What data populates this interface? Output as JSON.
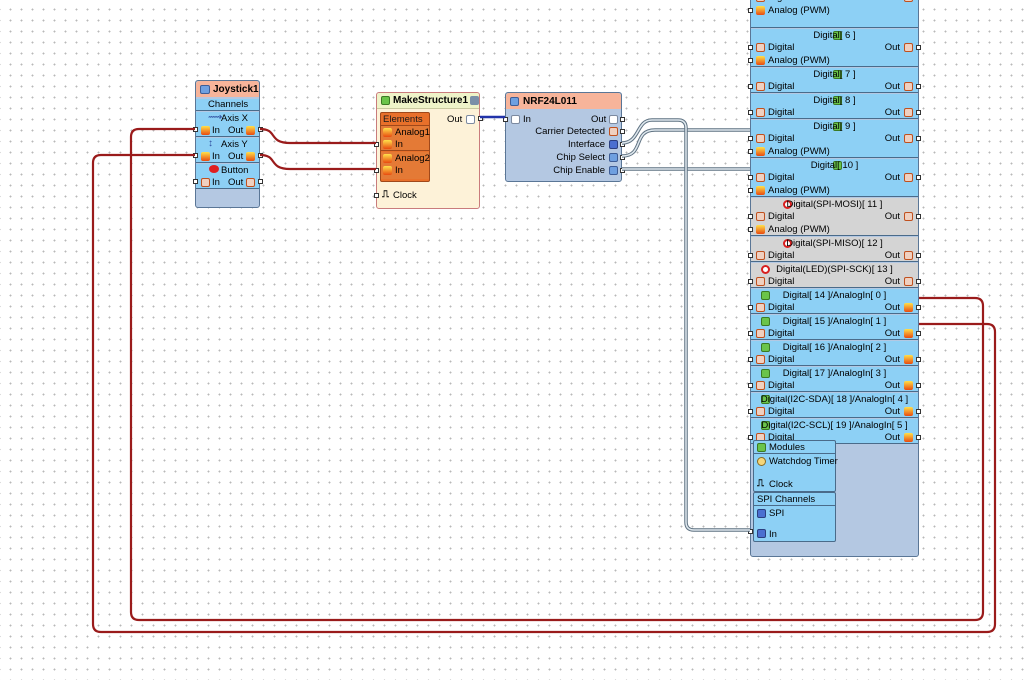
{
  "colors": {
    "wire_analog": "#9a1b1b",
    "wire_digital": "#7c8d9e",
    "wire_struct": "#2233aa",
    "joystick_title": "#f7b49a",
    "joystick_body": "#b4c8e2",
    "joystick_row": "#8dd0f5",
    "make_title": "#eef3c8",
    "make_body": "#fdf2d8",
    "make_element": "#e8702a",
    "nrf_title": "#f7b49a",
    "nrf_body": "#b4c8e2",
    "board_row": "#8dd0f5",
    "board_row_disabled": "#d4d4d4",
    "board_body": "#b4c8e2"
  },
  "joystick": {
    "title": "Joystick1",
    "channels_label": "Channels",
    "axis_x": "Axis X",
    "axis_y": "Axis Y",
    "button": "Button",
    "in_label": "In",
    "out_label": "Out"
  },
  "make_structure": {
    "title": "MakeStructure1",
    "elements_label": "Elements",
    "out_label": "Out",
    "analog1": "Analog1",
    "analog2": "Analog2",
    "in_label": "In",
    "clock_label": "Clock"
  },
  "nrf": {
    "title": "NRF24L011",
    "in_label": "In",
    "out_label": "Out",
    "carrier_detected": "Carrier Detected",
    "interface": "Interface",
    "chip_select": "Chip Select",
    "chip_enable": "Chip Enable"
  },
  "board": {
    "digital_label": "Digital",
    "out_label": "Out",
    "analog_pwm_label": "Analog (PWM)",
    "rows": [
      {
        "header": "",
        "pwm": true
      },
      {
        "header": "Digital[ 6 ]",
        "pwm": true
      },
      {
        "header": "Digital[ 7 ]",
        "pwm": false
      },
      {
        "header": "Digital[ 8 ]",
        "pwm": false
      },
      {
        "header": "Digital[ 9 ]",
        "pwm": true
      },
      {
        "header": "Digital[ 10 ]",
        "pwm": true
      },
      {
        "header": "Digital(SPI-MOSI)[ 11 ]",
        "pwm": true
      },
      {
        "header": "Digital(SPI-MISO)[ 12 ]",
        "pwm": false
      },
      {
        "header": "Digital(LED)(SPI-SCK)[ 13 ]",
        "pwm": false
      },
      {
        "header": "Digital[ 14 ]/AnalogIn[ 0 ]",
        "pwm": false
      },
      {
        "header": "Digital[ 15 ]/AnalogIn[ 1 ]",
        "pwm": false
      },
      {
        "header": "Digital[ 16 ]/AnalogIn[ 2 ]",
        "pwm": false
      },
      {
        "header": "Digital[ 17 ]/AnalogIn[ 3 ]",
        "pwm": false
      },
      {
        "header": "Digital(I2C-SDA)[ 18 ]/AnalogIn[ 4 ]",
        "pwm": false
      },
      {
        "header": "Digital(I2C-SCL)[ 19 ]/AnalogIn[ 5 ]",
        "pwm": false
      }
    ],
    "modules_label": "Modules",
    "watchdog_label": "Watchdog Timer",
    "clock_label": "Clock",
    "spi_channels_label": "SPI Channels",
    "spi_label": "SPI",
    "in_label": "In"
  }
}
